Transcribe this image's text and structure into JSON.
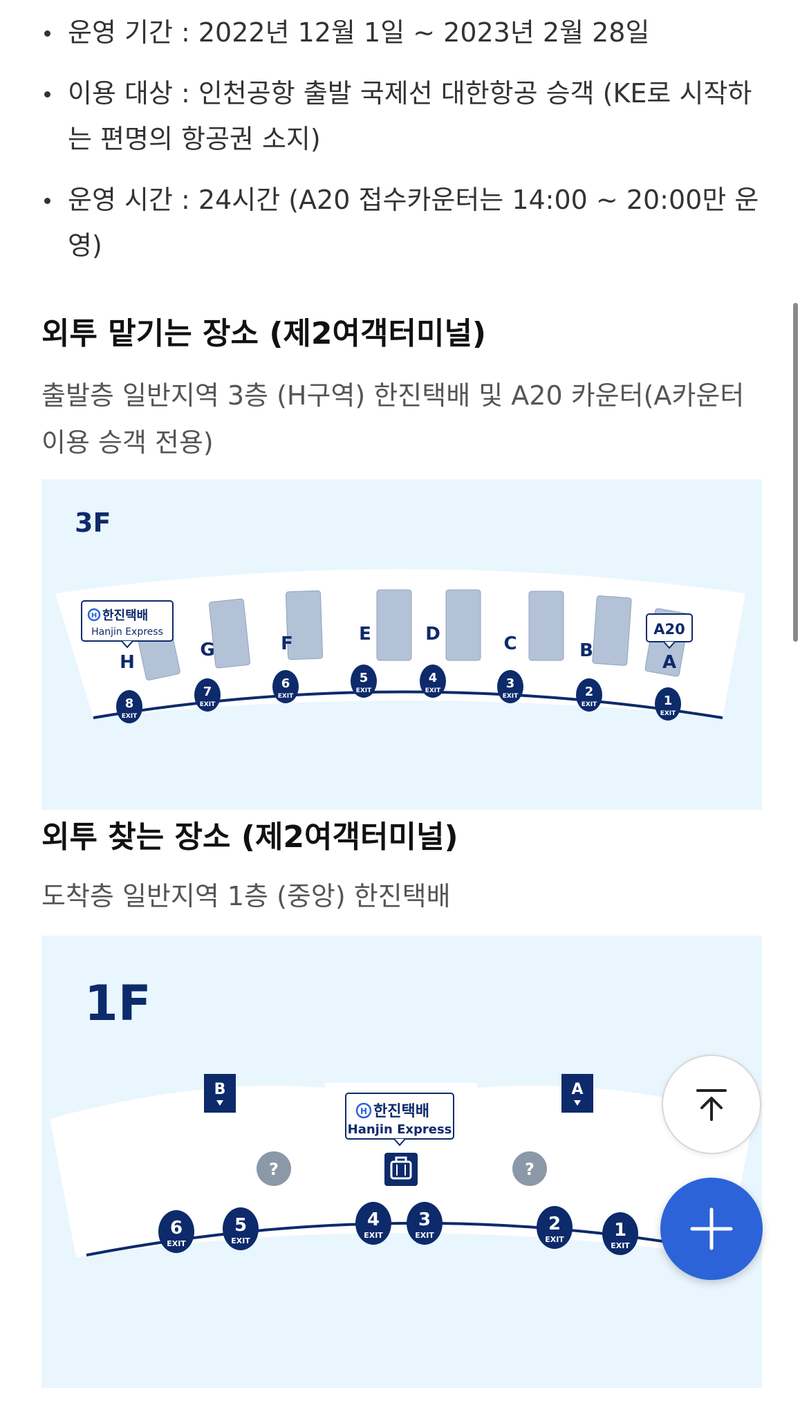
{
  "info_items": [
    "운영 기간 : 2022년 12월 1일 ~ 2023년 2월 28일",
    "이용 대상 : 인천공항 출발 국제선 대한항공 승객 (KE로 시작하는 편명의 항공권 소지)",
    "운영 시간 : 24시간 (A20 접수카운터는 14:00 ~ 20:00만 운영)"
  ],
  "dropoff": {
    "title": "외투 맡기는 장소 (제2여객터미널)",
    "desc": "출발층 일반지역 3층 (H구역) 한진택배 및 A20 카운터(A카운터 이용 승객 전용)",
    "map": {
      "floor": "3F",
      "logo_ko": "한진택배",
      "logo_en": "Hanjin Express",
      "a20": "A20",
      "zones": [
        "H",
        "G",
        "F",
        "E",
        "D",
        "C",
        "B",
        "A"
      ],
      "exits": [
        "8",
        "7",
        "6",
        "5",
        "4",
        "3",
        "2",
        "1"
      ],
      "exit_label": "EXIT"
    }
  },
  "pickup": {
    "title": "외투 찾는 장소 (제2여객터미널)",
    "desc": "도착층 일반지역 1층 (중앙) 한진택배",
    "map": {
      "floor": "1F",
      "logo_ko": "한진택배",
      "logo_en": "Hanjin Express",
      "zone_b": "B",
      "zone_a": "A",
      "info_mark": "?",
      "exits": [
        "6",
        "5",
        "4",
        "3",
        "2",
        "1"
      ],
      "exit_label": "EXIT"
    }
  },
  "colors": {
    "navy": "#0d2a6b",
    "map_bg": "#e9f6fd",
    "fab_blue": "#2c63d9",
    "gate_gray": "#b3c2d6"
  },
  "icons": {
    "scroll_top": "arrow-up-to-line-icon",
    "add": "plus-icon"
  }
}
